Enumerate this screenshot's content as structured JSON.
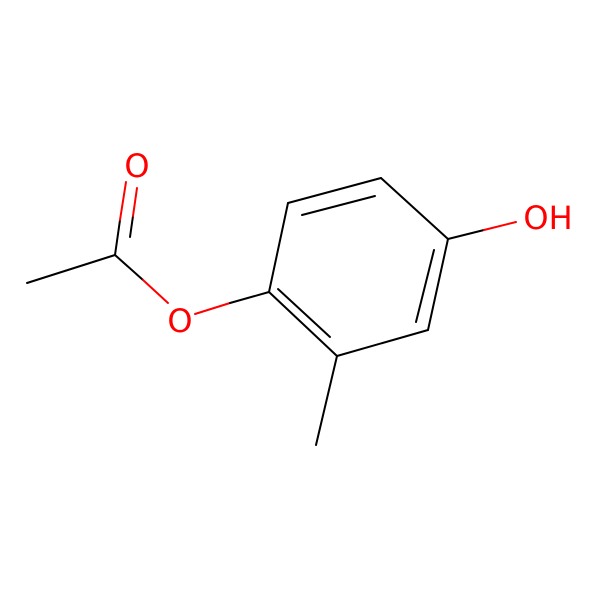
{
  "molecule": {
    "atom_labels": {
      "carbonyl_oxygen": "O",
      "ester_oxygen": "O",
      "hydroxyl": "OH"
    },
    "colors": {
      "bond": "#000000",
      "heteroatom": "#ff0000",
      "background": "#ffffff"
    }
  }
}
